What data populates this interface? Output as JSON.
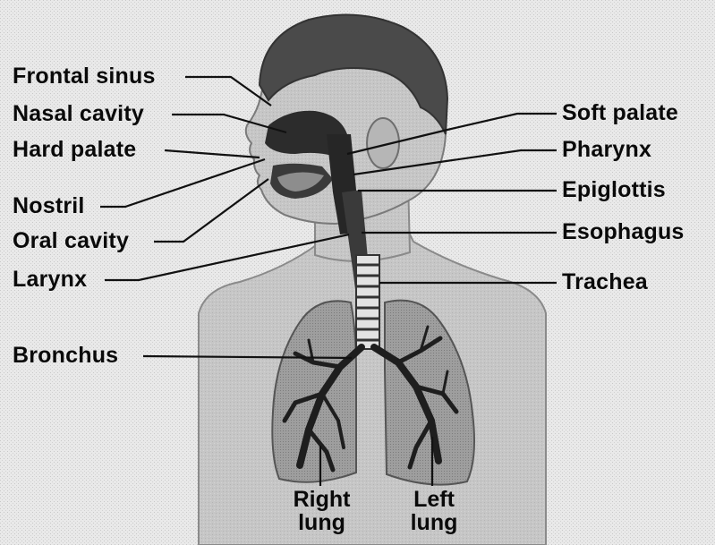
{
  "labels": {
    "frontal_sinus": "Frontal sinus",
    "nasal_cavity": "Nasal cavity",
    "hard_palate": "Hard palate",
    "nostril": "Nostril",
    "oral_cavity": "Oral cavity",
    "larynx": "Larynx",
    "bronchus": "Bronchus",
    "soft_palate": "Soft palate",
    "pharynx": "Pharynx",
    "epiglottis": "Epiglottis",
    "esophagus": "Esophagus",
    "trachea": "Trachea",
    "right_lung": [
      "Right",
      "lung"
    ],
    "left_lung": [
      "Left",
      "lung"
    ]
  },
  "colors": {
    "background": "#e9e9e9",
    "skin": "#c9c9c9",
    "hair": "#4a4a4a",
    "airway": "#2c2c2c",
    "lung": "#9c9c9c",
    "leader_line": "#111111"
  }
}
